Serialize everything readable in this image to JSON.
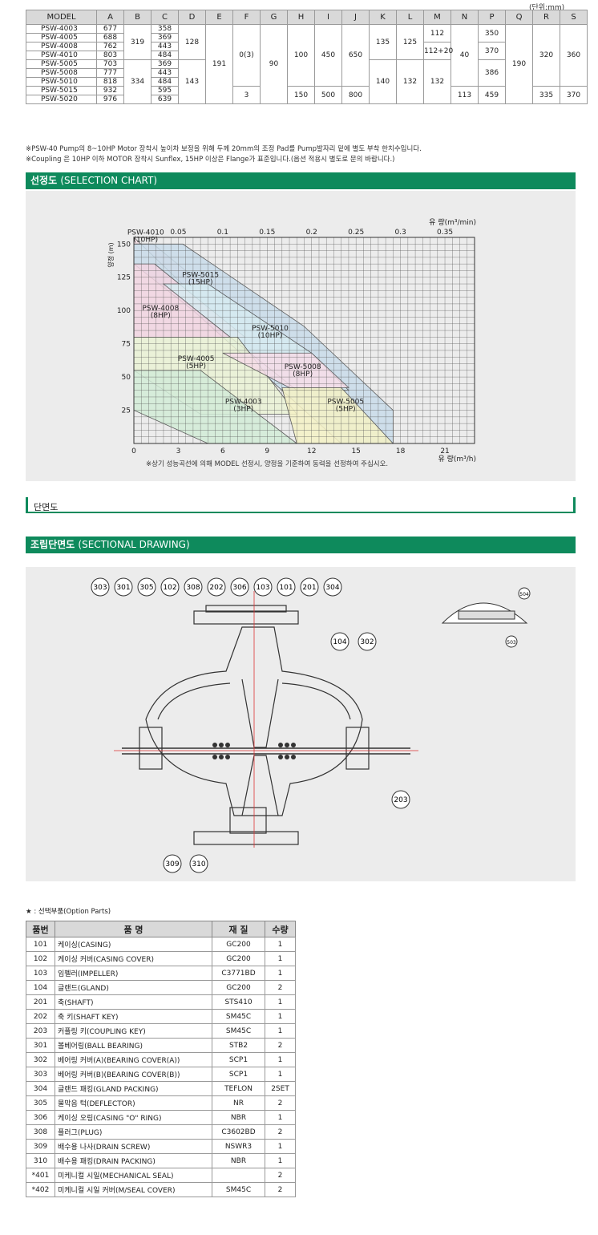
{
  "unit": "(단위:mm)",
  "dim_table": {
    "headers": [
      "MODEL",
      "A",
      "B",
      "C",
      "D",
      "E",
      "F",
      "G",
      "H",
      "I",
      "J",
      "K",
      "L",
      "M",
      "N",
      "P",
      "Q",
      "R",
      "S"
    ],
    "models": [
      "PSW-4003",
      "PSW-4005",
      "PSW-4008",
      "PSW-4010",
      "PSW-5005",
      "PSW-5008",
      "PSW-5010",
      "PSW-5015",
      "PSW-5020"
    ],
    "A": [
      "677",
      "688",
      "762",
      "803",
      "703",
      "777",
      "818",
      "932",
      "976"
    ],
    "C": [
      "358",
      "369",
      "443",
      "484",
      "369",
      "443",
      "484",
      "595",
      "639"
    ],
    "B": [
      "319",
      "334"
    ],
    "D": [
      "128",
      "143"
    ],
    "E": "191",
    "F": [
      "0(3)",
      "3"
    ],
    "G": "90",
    "H": [
      "100",
      "150"
    ],
    "I": [
      "450",
      "500"
    ],
    "J": [
      "650",
      "800"
    ],
    "K": [
      "135",
      "140"
    ],
    "L": [
      "125",
      "132"
    ],
    "M": [
      "112",
      "112+20",
      "132"
    ],
    "N": [
      "40",
      "113"
    ],
    "P": [
      "350",
      "370",
      "386",
      "459"
    ],
    "Q": "190",
    "R": [
      "320",
      "335"
    ],
    "S": [
      "360",
      "370"
    ]
  },
  "notes": [
    "※PSW-40 Pump의 8~10HP Motor 장착시 높이차 보정을 위해 두께 20mm의 조정 Pad를 Pump발자리 밑에 별도 부착 한치수입니다.",
    "※Coupling 은 10HP 이하 MOTOR 장착시 Sunflex, 15HP 이상은 Flange가 표준입니다.(옵션 적용시 별도로 문의 바랍니다.)"
  ],
  "section1": {
    "title": "선정도",
    "title_en": "(SELECTION CHART)"
  },
  "chart_data": {
    "type": "area",
    "title": "",
    "x_top_label": "유 량(m³/min)",
    "x_top_ticks": [
      "0.05",
      "0.1",
      "0.15",
      "0.2",
      "0.25",
      "0.3",
      "0.35"
    ],
    "xlabel": "유 량(m³/h)",
    "x_ticks": [
      "0",
      "3",
      "6",
      "9",
      "12",
      "15",
      "18",
      "21"
    ],
    "ylabel": "양정 (m)",
    "y_ticks": [
      "25",
      "50",
      "75",
      "100",
      "125",
      "150"
    ],
    "xlim": [
      0,
      23
    ],
    "ylim": [
      0,
      155
    ],
    "grid": true,
    "series": [
      {
        "name": "PSW-4010",
        "sub": "(10HP)",
        "color": "#f2dfe6",
        "polygon": [
          [
            0,
            150
          ],
          [
            1.3,
            150
          ],
          [
            9,
            80
          ],
          [
            7,
            80
          ],
          [
            0,
            155
          ]
        ]
      },
      {
        "name": "PSW-5015",
        "sub": "(15HP)",
        "color": "#c9dcea",
        "polygon": [
          [
            0,
            150
          ],
          [
            3.3,
            150
          ],
          [
            11.5,
            88
          ],
          [
            17.5,
            25
          ],
          [
            17.5,
            0
          ],
          [
            14,
            0
          ],
          [
            4,
            100
          ],
          [
            0,
            135
          ]
        ]
      },
      {
        "name": "PSW-4008",
        "sub": "(8HP)",
        "color": "#f2d5e2",
        "polygon": [
          [
            0,
            135
          ],
          [
            1.4,
            135
          ],
          [
            7.5,
            80
          ],
          [
            0,
            80
          ]
        ]
      },
      {
        "name": "PSW-5010",
        "sub": "(10HP)",
        "color": "#d7ecf2",
        "polygon": [
          [
            2,
            120
          ],
          [
            5,
            120
          ],
          [
            12,
            68
          ],
          [
            14.5,
            40
          ],
          [
            11,
            40
          ]
        ]
      },
      {
        "name": "PSW-4005",
        "sub": "(5HP)",
        "color": "#eaf2d5",
        "polygon": [
          [
            0,
            80
          ],
          [
            7,
            80
          ],
          [
            11,
            22
          ],
          [
            4.5,
            22
          ],
          [
            0,
            55
          ]
        ]
      },
      {
        "name": "PSW-5008",
        "sub": "(8HP)",
        "color": "#f6dde8",
        "polygon": [
          [
            6,
            68
          ],
          [
            12,
            68
          ],
          [
            14.5,
            42
          ],
          [
            10.5,
            42
          ]
        ]
      },
      {
        "name": "PSW-4003",
        "sub": "(3HP)",
        "color": "#d3ecd8",
        "polygon": [
          [
            0,
            55
          ],
          [
            4.5,
            55
          ],
          [
            11,
            0
          ],
          [
            5,
            0
          ],
          [
            0,
            25
          ]
        ]
      },
      {
        "name": "PSW-5005",
        "sub": "(5HP)",
        "color": "#f5f2c6",
        "polygon": [
          [
            10,
            42
          ],
          [
            14,
            42
          ],
          [
            17.5,
            0
          ],
          [
            11,
            0
          ]
        ]
      }
    ],
    "labels": [
      {
        "name": "PSW-4010",
        "sub": "(10HP)",
        "x": 0.8,
        "y": 157
      },
      {
        "name": "PSW-5015",
        "sub": "(15HP)",
        "x": 4.5,
        "y": 125
      },
      {
        "name": "PSW-4008",
        "sub": "(8HP)",
        "x": 1.8,
        "y": 100
      },
      {
        "name": "PSW-5010",
        "sub": "(10HP)",
        "x": 9.2,
        "y": 85
      },
      {
        "name": "PSW-4005",
        "sub": "(5HP)",
        "x": 4.2,
        "y": 62
      },
      {
        "name": "PSW-5008",
        "sub": "(8HP)",
        "x": 11.4,
        "y": 56
      },
      {
        "name": "PSW-4003",
        "sub": "(3HP)",
        "x": 7.4,
        "y": 30
      },
      {
        "name": "PSW-5005",
        "sub": "(5HP)",
        "x": 14.3,
        "y": 30
      }
    ],
    "footnote": "※상기 성능곡선에 의해 MODEL 선정시, 양정을 기준하여 동력을 선정하여 주십시오."
  },
  "section2": {
    "title": "단면도"
  },
  "section3": {
    "title": "조립단면도",
    "title_en": "(SECTIONAL DRAWING)"
  },
  "drawing": {
    "callouts_top": [
      "303",
      "301",
      "305",
      "102",
      "308",
      "202",
      "306",
      "103",
      "101",
      "201",
      "304"
    ],
    "callouts_side": [
      "104",
      "302",
      "203",
      "309",
      "310"
    ],
    "detail": [
      "504",
      "503"
    ]
  },
  "parts": {
    "option_note": "★ : 선택부품(Option Parts)",
    "headers": [
      "품번",
      "품 명",
      "재 질",
      "수량"
    ],
    "rows": [
      [
        "101",
        "케이싱(CASING)",
        "GC200",
        "1"
      ],
      [
        "102",
        "케이싱 커버(CASING COVER)",
        "GC200",
        "1"
      ],
      [
        "103",
        "임펠러(IMPELLER)",
        "C3771BD",
        "1"
      ],
      [
        "104",
        "글랜드(GLAND)",
        "GC200",
        "2"
      ],
      [
        "201",
        "축(SHAFT)",
        "STS410",
        "1"
      ],
      [
        "202",
        "축 키(SHAFT KEY)",
        "SM45C",
        "1"
      ],
      [
        "203",
        "커플링 키(COUPLING KEY)",
        "SM45C",
        "1"
      ],
      [
        "301",
        "볼베어링(BALL BEARING)",
        "STB2",
        "2"
      ],
      [
        "302",
        "베어링 커버(A)(BEARING COVER(A))",
        "SCP1",
        "1"
      ],
      [
        "303",
        "베어링 커버(B)(BEARING COVER(B))",
        "SCP1",
        "1"
      ],
      [
        "304",
        "글랜드 패킹(GLAND PACKING)",
        "TEFLON",
        "2SET"
      ],
      [
        "305",
        "물막음 턱(DEFLECTOR)",
        "NR",
        "2"
      ],
      [
        "306",
        "케이싱 오링(CASING \"O\" RING)",
        "NBR",
        "1"
      ],
      [
        "308",
        "플러그(PLUG)",
        "C3602BD",
        "2"
      ],
      [
        "309",
        "배수용 나사(DRAIN SCREW)",
        "NSWR3",
        "1"
      ],
      [
        "310",
        "배수용 패킹(DRAIN PACKING)",
        "NBR",
        "1"
      ],
      [
        "*401",
        "미케니컬 시일(MECHANICAL SEAL)",
        "",
        "2"
      ],
      [
        "*402",
        "미케니컬 시일 커버(M/SEAL COVER)",
        "SM45C",
        "2"
      ]
    ]
  }
}
